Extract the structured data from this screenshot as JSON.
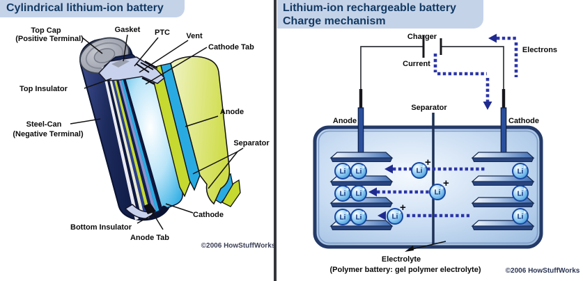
{
  "left_panel": {
    "title": "Cylindrical lithium-ion battery",
    "copyright": "©2006 HowStuffWorks",
    "labels": {
      "top_cap_line1": "Top Cap",
      "top_cap_line2": "(Positive Terminal)",
      "gasket": "Gasket",
      "ptc": "PTC",
      "vent": "Vent",
      "cathode_tab": "Cathode Tab",
      "top_insulator": "Top Insulator",
      "steel_can_line1": "Steel-Can",
      "steel_can_line2": "(Negative Terminal)",
      "anode": "Anode",
      "separator": "Separator",
      "cathode": "Cathode",
      "bottom_insulator": "Bottom Insulator",
      "anode_tab": "Anode Tab"
    }
  },
  "right_panel": {
    "title_line1": "Lithium-ion rechargeable battery",
    "title_line2": "Charge mechanism",
    "copyright": "©2006 HowStuffWorks",
    "labels": {
      "charger": "Charger",
      "current": "Current",
      "electrons": "Electrons",
      "anode": "Anode",
      "separator": "Separator",
      "cathode": "Cathode",
      "electrolyte": "Electrolyte",
      "electrolyte_note": "(Polymer battery: gel polymer electrolyte)"
    },
    "ion": {
      "symbol": "Li",
      "charge": "+"
    }
  },
  "colors": {
    "banner_bg": "#c5d3e9",
    "title_text": "#123a63",
    "can_navy": "#16224e",
    "layer_cyan": "#29abe2",
    "layer_green": "#c6d930",
    "dotted_blue": "#2b35a8",
    "cell_border": "#243a68",
    "ion_blue": "#2f8fd8"
  }
}
